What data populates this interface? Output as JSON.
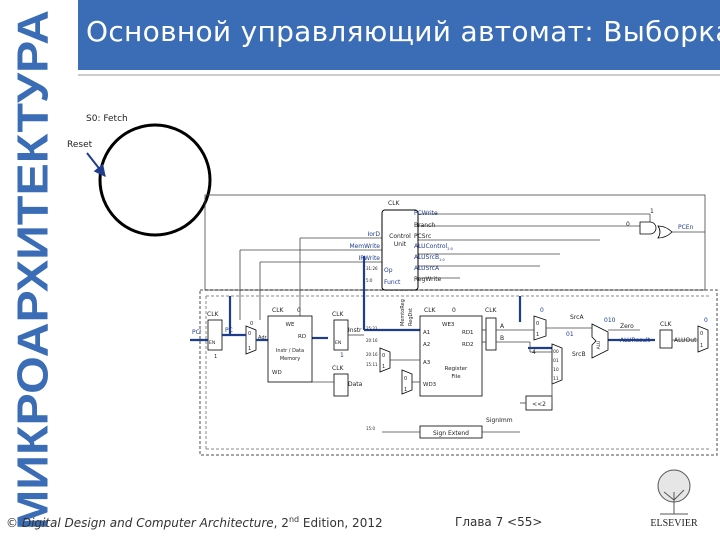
{
  "slide": {
    "side_title": "МИКРОАРХИТЕКТУРА",
    "title": "Основной управляющий автомат: Выборка"
  },
  "fsm": {
    "state_label": "S0: Fetch",
    "reset_label": "Reset"
  },
  "signals": {
    "clk": "CLK",
    "pcwrite": "PCWrite",
    "branch": "Branch",
    "pcen": "PCEn",
    "iord": "IorD",
    "memwrite": "MemWrite",
    "irwrite": "IRWrite",
    "pcsrc": "PCSrc",
    "alucontrol": "ALUControl",
    "alucontrol_sub": "2:0",
    "alusrcb": "ALUSrcB",
    "alusrcb_sub": "1:0",
    "alusrca": "ALUSrcA",
    "regwrite": "RegWrite",
    "control_unit_line1": "Control",
    "control_unit_line2": "Unit",
    "op": "Op",
    "funct": "Funct",
    "op_bits": "31:26",
    "funct_bits": "5:0",
    "regdst": "RegDst",
    "memtoreg": "MemtoReg",
    "pc_prime": "PC'",
    "pc": "PC",
    "en": "EN",
    "adr": "Adr",
    "we": "WE",
    "rd": "RD",
    "memory_line1": "Instr / Data",
    "memory_line2": "Memory",
    "wd": "WD",
    "instr": "Instr",
    "data": "Data",
    "we3": "WE3",
    "a1": "A1",
    "a2": "A2",
    "a3": "A3",
    "rd1": "RD1",
    "rd2": "RD2",
    "wd3": "WD3",
    "regfile_line1": "Register",
    "regfile_line2": "File",
    "a_reg": "A",
    "b_reg": "B",
    "srca": "SrcA",
    "srcb": "SrcB",
    "zero": "Zero",
    "alu": "ALU",
    "aluresult": "ALUResult",
    "aluout": "ALUOut",
    "shift": "<<2",
    "signimm": "SignImm",
    "sign_extend": "Sign Extend",
    "bits_25_21": "25:21",
    "bits_20_16": "20:16",
    "bits_15_11": "15:11",
    "bits_15_0": "15:0",
    "four": "4",
    "val_0": "0",
    "val_1": "1",
    "val_00": "00",
    "val_01": "01",
    "val_10": "10",
    "val_11": "11",
    "val_010": "010"
  },
  "footer": {
    "book_title": "Digital Design and Computer Architecture",
    "edition_pre": ", 2",
    "edition_sup": "nd",
    "edition_post": " Edition, 2012",
    "copyright": "©",
    "chapter": "Глава 7 <55>",
    "publisher": "ELSEVIER"
  },
  "colors": {
    "title_bar": "#3a6db5",
    "side_title": "#3a6db5",
    "active_path": "#1f3d8c",
    "wire": "#333333",
    "bus_dashed": "#777777"
  }
}
